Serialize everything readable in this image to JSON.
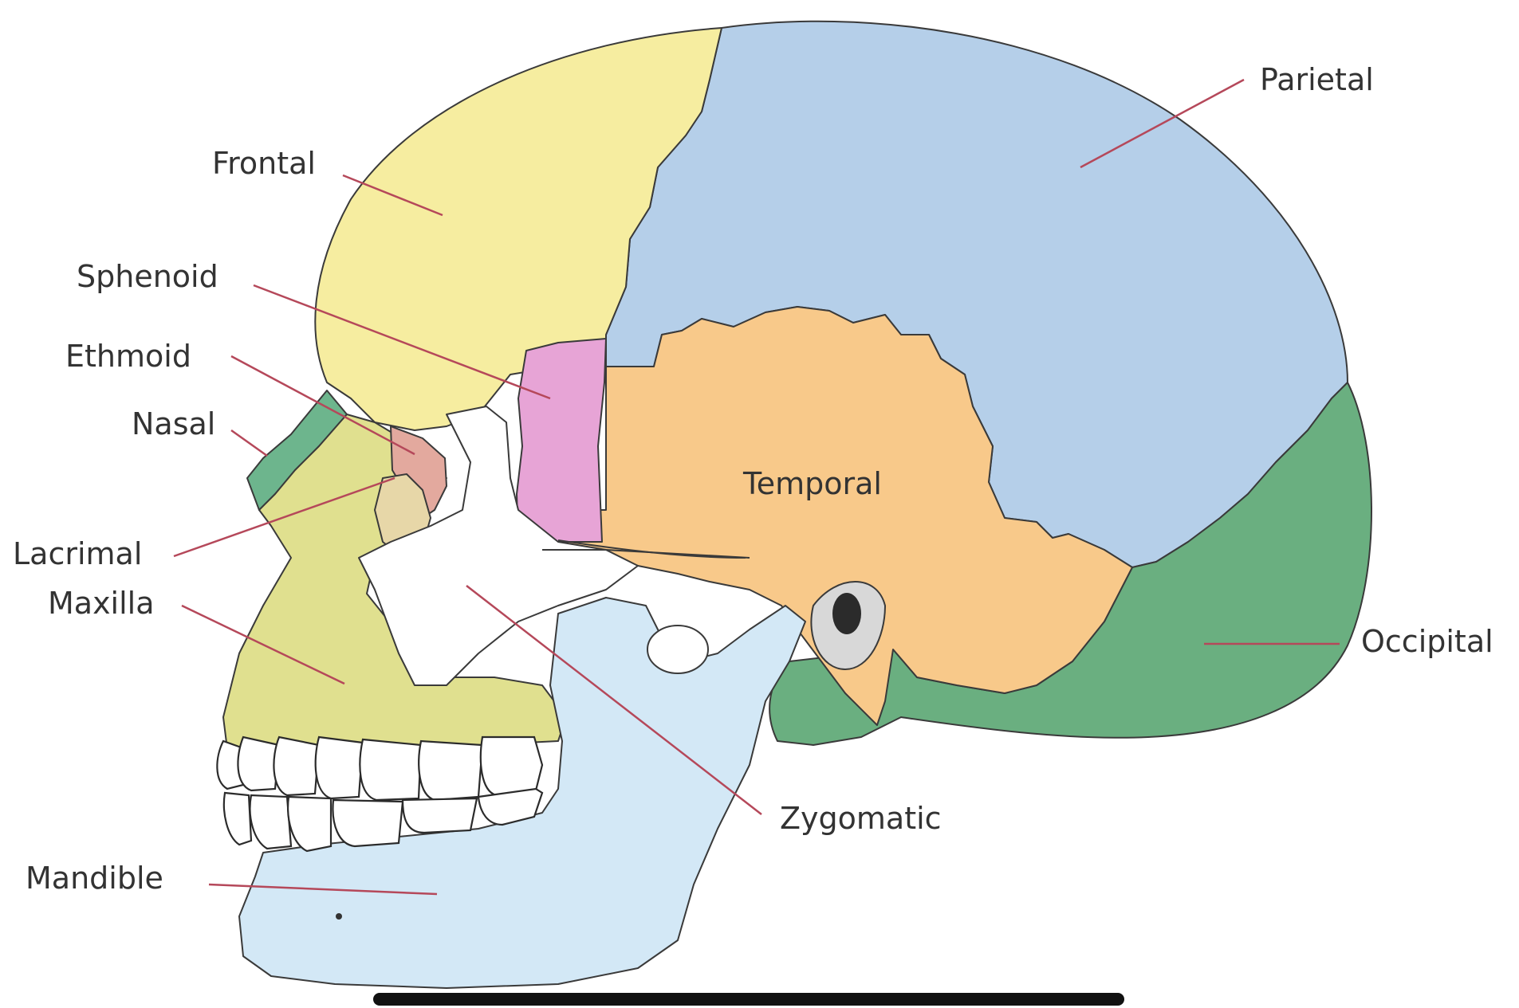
{
  "diagram": {
    "labels": {
      "frontal": "Frontal",
      "parietal": "Parietal",
      "sphenoid": "Sphenoid",
      "ethmoid": "Ethmoid",
      "nasal": "Nasal",
      "temporal": "Temporal",
      "lacrimal": "Lacrimal",
      "maxilla": "Maxilla",
      "occipital": "Occipital",
      "zygomatic": "Zygomatic",
      "mandible": "Mandible"
    },
    "colors": {
      "frontal": "#f6eda0",
      "parietal": "#b5cfe9",
      "sphenoid": "#e7a4d6",
      "ethmoid": "#e3a99e",
      "nasal": "#6db58d",
      "temporal": "#f8c98a",
      "lacrimal": "#e7d7a8",
      "maxilla": "#e0e08f",
      "occipital": "#6aaf80",
      "zygomatic": "#ffffff",
      "mandible": "#d3e8f6",
      "leader_line": "#b5485a"
    }
  }
}
